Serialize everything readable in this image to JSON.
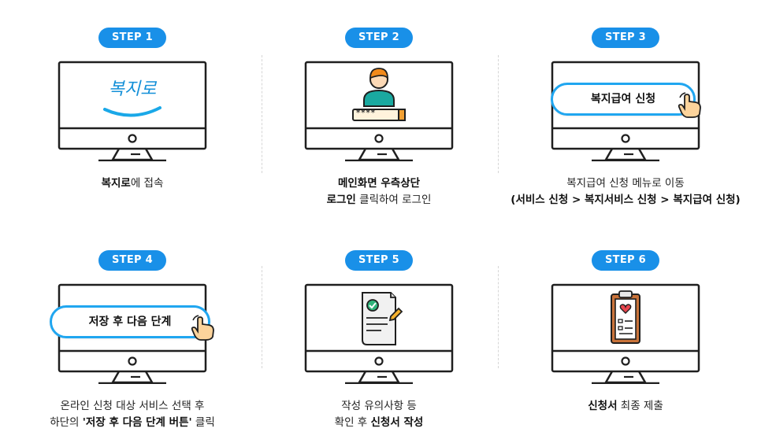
{
  "steps": [
    {
      "badge": "STEP 1",
      "logo_text": "복지로",
      "caption": {
        "line1_bold": "복지로",
        "line1_rest": "에 접속"
      }
    },
    {
      "badge": "STEP 2",
      "password_mask": "****",
      "caption": {
        "line1_bold": "메인화면 우측상단",
        "line2_bold": "로그인",
        "line2_rest": " 클릭하여 로그인"
      }
    },
    {
      "badge": "STEP 3",
      "pill_label": "복지급여 신청",
      "caption": {
        "line1": "복지급여 신청 메뉴로 이동",
        "line2_bold": "(서비스 신청 > 복지서비스 신청 > 복지급여 신청)"
      }
    },
    {
      "badge": "STEP 4",
      "pill_label": "저장 후  다음 단계",
      "caption": {
        "line1": "온라인 신청 대상 서비스 선택 후",
        "line2_pre": "하단의 ",
        "line2_bold": "'저장 후 다음 단계 버튼'",
        "line2_post": " 클릭"
      }
    },
    {
      "badge": "STEP 5",
      "caption": {
        "line1": "작성 유의사항 등",
        "line2_pre": "확인 후 ",
        "line2_bold": "신청서 작성"
      }
    },
    {
      "badge": "STEP 6",
      "caption": {
        "line1_bold": "신청서",
        "line1_rest": " 최종 제출"
      }
    }
  ],
  "colors": {
    "accent": "#1990e8",
    "pill_border": "#20a6f0",
    "monitor_stroke": "#1f1f1f"
  }
}
